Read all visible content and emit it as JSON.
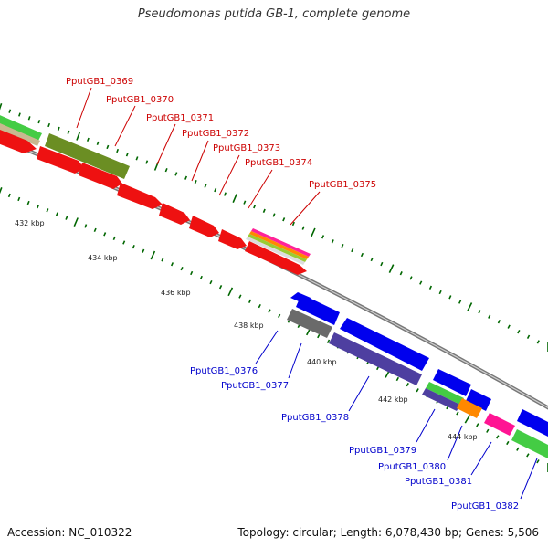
{
  "title": "Pseudomonas putida GB-1, complete genome",
  "footer": {
    "accession": "Accession: NC_010322",
    "summary": "Topology: circular; Length: 6,078,430 bp; Genes: 5,506"
  },
  "colors": {
    "forward_label": "#cc0000",
    "reverse_label": "#0000cc",
    "backbone": "#888888",
    "tick": "#006600"
  },
  "scale_labels": [
    "432 kbp",
    "434 kbp",
    "436 kbp",
    "438 kbp",
    "440 kbp",
    "442 kbp",
    "444 kbp"
  ],
  "forward_genes": [
    {
      "name": "PputGB1_0369"
    },
    {
      "name": "PputGB1_0370"
    },
    {
      "name": "PputGB1_0371"
    },
    {
      "name": "PputGB1_0372"
    },
    {
      "name": "PputGB1_0373"
    },
    {
      "name": "PputGB1_0374"
    },
    {
      "name": "PputGB1_0375"
    }
  ],
  "reverse_genes": [
    {
      "name": "PputGB1_0376"
    },
    {
      "name": "PputGB1_0377"
    },
    {
      "name": "PputGB1_0378"
    },
    {
      "name": "PputGB1_0379"
    },
    {
      "name": "PputGB1_0380"
    },
    {
      "name": "PputGB1_0381"
    },
    {
      "name": "PputGB1_0382"
    }
  ]
}
